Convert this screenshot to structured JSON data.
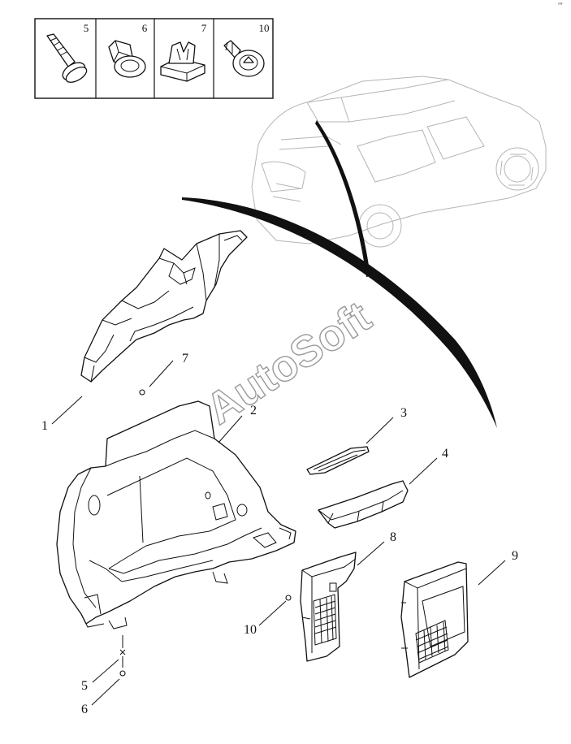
{
  "watermark": "AutoSoft",
  "corner_mark": "′″",
  "fastener_table": [
    {
      "ref": "5",
      "name": "screw"
    },
    {
      "ref": "6",
      "name": "clip-nut"
    },
    {
      "ref": "7",
      "name": "clip"
    },
    {
      "ref": "10",
      "name": "push-clip"
    }
  ],
  "callouts": [
    {
      "ref": "1",
      "part": "upper-trim"
    },
    {
      "ref": "2",
      "part": "side-trim-panel"
    },
    {
      "ref": "3",
      "part": "sill-strip"
    },
    {
      "ref": "4",
      "part": "scuff-plate"
    },
    {
      "ref": "5",
      "part": "screw"
    },
    {
      "ref": "6",
      "part": "clip-nut"
    },
    {
      "ref": "7",
      "part": "clip"
    },
    {
      "ref": "8",
      "part": "small-grille-panel"
    },
    {
      "ref": "9",
      "part": "speaker-cover-panel"
    },
    {
      "ref": "10",
      "part": "push-clip"
    }
  ]
}
